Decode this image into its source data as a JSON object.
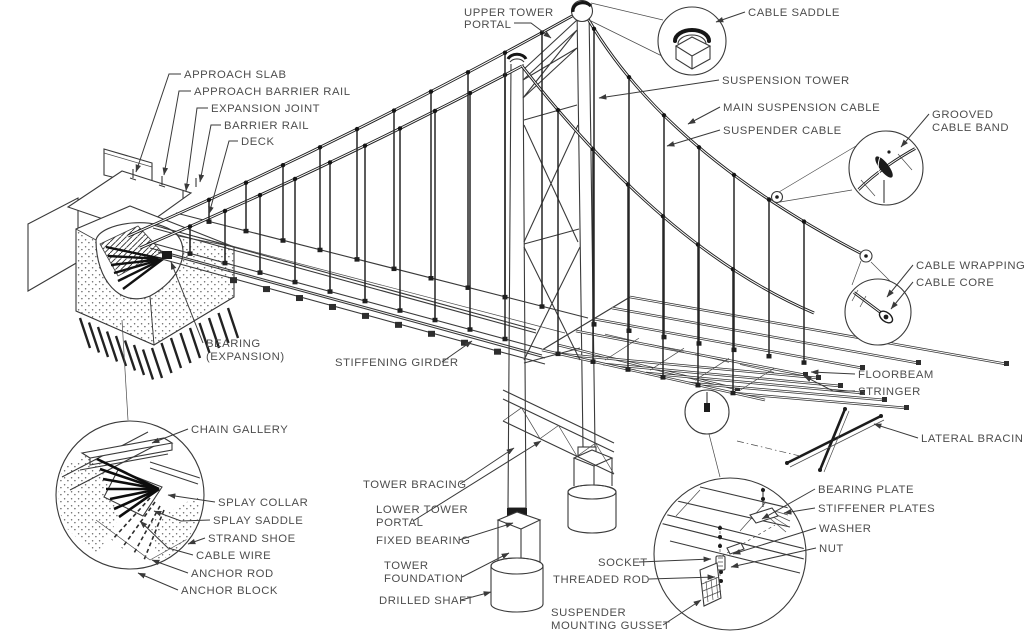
{
  "diagram": {
    "labels": {
      "upper_tower_portal": {
        "l1": "UPPER TOWER",
        "l2": "PORTAL"
      },
      "cable_saddle": "CABLE SADDLE",
      "suspension_tower": "SUSPENSION TOWER",
      "main_suspension_cable": "MAIN SUSPENSION CABLE",
      "suspender_cable": "SUSPENDER CABLE",
      "grooved_cable_band": {
        "l1": "GROOVED",
        "l2": "CABLE BAND"
      },
      "cable_wrapping": "CABLE WRAPPING",
      "cable_core": "CABLE CORE",
      "approach_slab": "APPROACH SLAB",
      "approach_barrier_rail": "APPROACH BARRIER RAIL",
      "expansion_joint": "EXPANSION JOINT",
      "barrier_rail": "BARRIER RAIL",
      "deck": "DECK",
      "bearing_expansion": {
        "l1": "BEARING",
        "l2": "(EXPANSION)"
      },
      "stiffening_girder": "STIFFENING GIRDER",
      "floorbeam": "FLOORBEAM",
      "stringer": "STRINGER",
      "lateral_bracing": "LATERAL BRACING",
      "chain_gallery": "CHAIN GALLERY",
      "splay_collar": "SPLAY COLLAR",
      "splay_saddle": "SPLAY SADDLE",
      "strand_shoe": "STRAND SHOE",
      "cable_wire": "CABLE WIRE",
      "anchor_rod": "ANCHOR ROD",
      "anchor_block": "ANCHOR BLOCK",
      "tower_bracing": "TOWER BRACING",
      "lower_tower_portal": {
        "l1": "LOWER TOWER",
        "l2": "PORTAL"
      },
      "fixed_bearing": "FIXED BEARING",
      "tower_foundation": {
        "l1": "TOWER",
        "l2": "FOUNDATION"
      },
      "drilled_shaft": "DRILLED SHAFT",
      "socket": "SOCKET",
      "threaded_rod": "THREADED ROD",
      "suspender_mounting_gusset": {
        "l1": "SUSPENDER",
        "l2": "MOUNTING GUSSET"
      },
      "bearing_plate": "BEARING PLATE",
      "stiffener_plates": "STIFFENER PLATES",
      "washer": "WASHER",
      "nut": "NUT"
    },
    "colors": {
      "line": "#3a3a3a",
      "text": "#4d4d4d",
      "ink": "#1c1c1c",
      "background": "#ffffff"
    }
  }
}
